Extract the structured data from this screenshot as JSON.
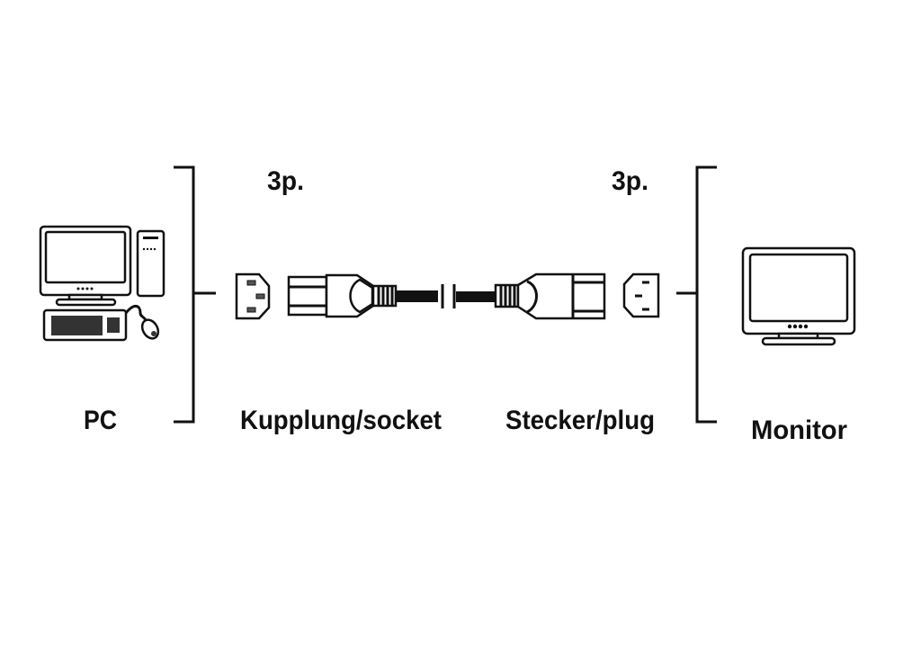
{
  "labels": {
    "pin_left": "3p.",
    "pin_right": "3p.",
    "pc": "PC",
    "socket": "Kupplung/socket",
    "plug": "Stecker/plug",
    "monitor": "Monitor"
  },
  "icons": [
    "pc-computer-icon",
    "c13-socket-icon",
    "power-cable-icon",
    "c14-plug-inlet-icon",
    "monitor-icon"
  ],
  "colors": {
    "ink": "#111111",
    "background": "#ffffff"
  }
}
